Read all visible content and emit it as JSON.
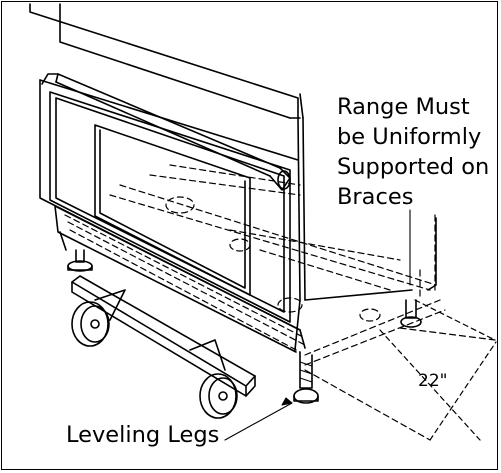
{
  "callout": {
    "line1": "Range Must",
    "line2": "be Uniformly",
    "line3": "Supported on",
    "line4": "Braces"
  },
  "legs_label": "Leveling Legs",
  "dimension_label": "22\"",
  "colors": {
    "line": "#000000",
    "background": "#ffffff"
  }
}
